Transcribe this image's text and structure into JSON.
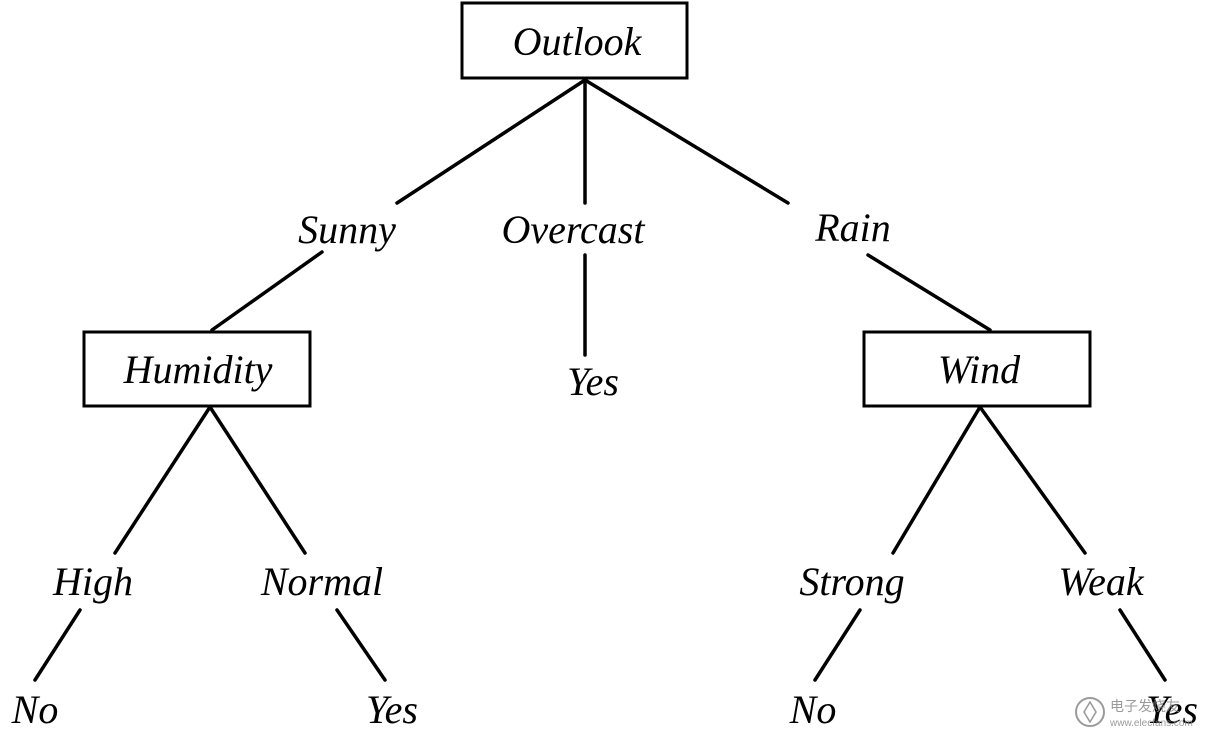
{
  "tree": {
    "root": "Outlook",
    "branches": [
      {
        "edge": "Sunny",
        "node": "Humidity",
        "branches": [
          {
            "edge": "High",
            "leaf": "No"
          },
          {
            "edge": "Normal",
            "leaf": "Yes"
          }
        ]
      },
      {
        "edge": "Overcast",
        "leaf": "Yes"
      },
      {
        "edge": "Rain",
        "node": "Wind",
        "branches": [
          {
            "edge": "Strong",
            "leaf": "No"
          },
          {
            "edge": "Weak",
            "leaf": "Yes"
          }
        ]
      }
    ]
  },
  "watermark": {
    "title": "电子发烧友",
    "url": "www.elecfans.com"
  }
}
